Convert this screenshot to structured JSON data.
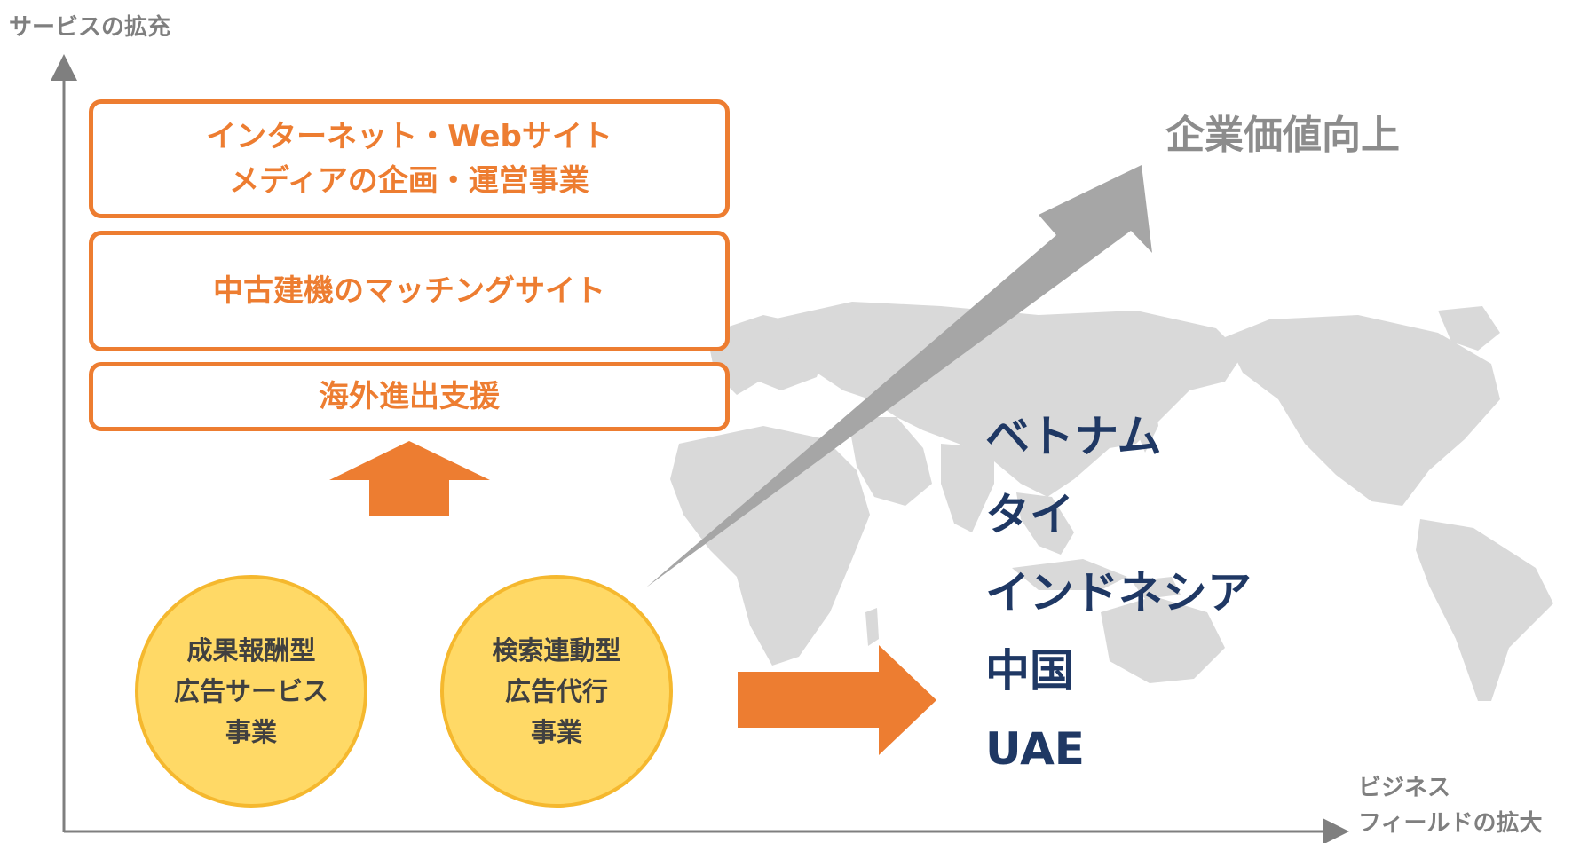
{
  "axes": {
    "y_label": "サービスの拡充",
    "x_label": "ビジネス\nフィールドの拡大"
  },
  "goal_label": "企業価値向上",
  "service_boxes": [
    {
      "text": "インターネット・Webサイト\nメディアの企画・運営事業"
    },
    {
      "text": "中古建機のマッチングサイト"
    },
    {
      "text": "海外進出支援"
    }
  ],
  "core_businesses": [
    {
      "text": "成果報酬型\n広告サービス\n事業"
    },
    {
      "text": "検索連動型\n広告代行\n事業"
    }
  ],
  "countries": [
    "ベトナム",
    "タイ",
    "インドネシア",
    "中国",
    "UAE"
  ],
  "colors": {
    "accent_orange": "#ed7d31",
    "circle_fill": "#ffd966",
    "country_text": "#1f3864",
    "map_gray": "#d9d9d9",
    "big_arrow_gray": "#a6a6a6",
    "axis_gray": "#7f7f7f"
  }
}
